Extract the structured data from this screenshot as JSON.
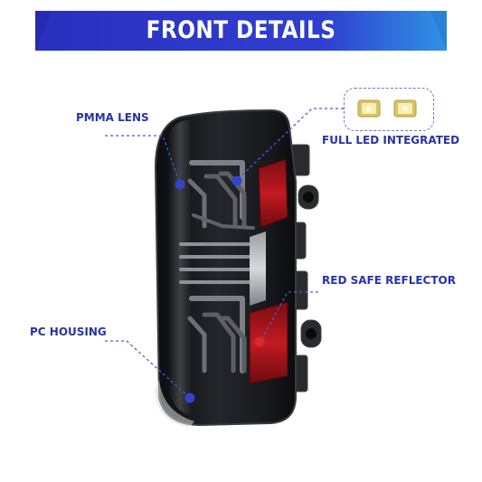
{
  "header": {
    "title": "FRONT DETAILS"
  },
  "callouts": {
    "pmma_lens": "PMMA LENS",
    "full_led": "FULL LED INTEGRATED",
    "red_reflector": "RED SAFE REFLECTOR",
    "pc_housing": "PC HOUSING"
  },
  "colors": {
    "banner_blue": "#2d32c8",
    "banner_cyan": "#2f93e4",
    "label_blue": "#2833a8",
    "dot_blue": "#3344cc",
    "dot_red": "#d72a2a",
    "reflector_red": "#b3141a"
  },
  "icons": {
    "led": "led-chip-icon"
  }
}
